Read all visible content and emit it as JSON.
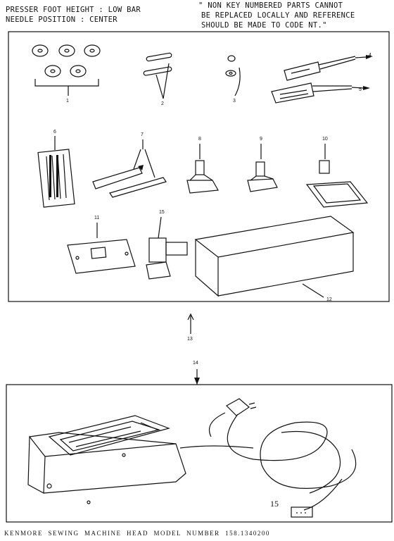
{
  "header": {
    "left_line1": "PRESSER FOOT HEIGHT : LOW BAR",
    "left_line2": "NEEDLE POSITION : CENTER",
    "note_line1": "\" NON KEY NUMBERED PARTS CANNOT",
    "note_line2": "BE REPLACED LOCALLY AND REFERENCE",
    "note_line3": "SHOULD BE MADE TO CODE NT.\""
  },
  "callouts": {
    "n1": "1",
    "n2": "2",
    "n3": "3",
    "n4": "4",
    "n5": "5",
    "n6": "6",
    "n7": "7",
    "n8": "8",
    "n9": "9",
    "n10": "10",
    "n11": "11",
    "n12": "12",
    "n13": "13",
    "n14": "14",
    "n15a": "15",
    "n15b": "15"
  },
  "footer": {
    "text": "KENMORE  SEWING  MACHINE  HEAD  MODEL  NUMBER  158.1340200"
  }
}
